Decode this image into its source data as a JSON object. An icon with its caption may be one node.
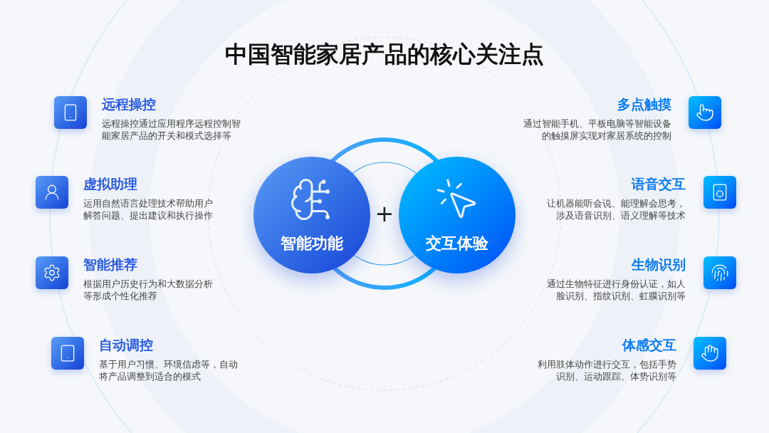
{
  "diagram": {
    "title": "中国智能家居产品的核心关注点",
    "nodes": [
      {
        "text": [
          "智能功能"
        ]
      },
      {
        "text": [
          "交互体验"
        ]
      }
    ],
    "labels": [
      "+",
      "远程操控",
      "远程操控通过应用程序远程控制智能家居产品的开关和模式选择等",
      "多点触摸",
      "通过智能手机、平板电脑等智能设备的触摸屏实现对家居系统的控制",
      "虚拟助理",
      "运用自然语言处理技术帮助用户解答问题、提出建议和执行操作",
      "语音交互",
      "让机器能听会说、能理解会思考，涉及语音识别、语义理解等技术",
      "智能推荐",
      "根据用户历史行为和大数据分析等形成个性化推荐",
      "生物识别",
      "通过生物特征进行身份认证，如人脸识别、指纹识别、虹膜识别等",
      "自动调控",
      "基于用户习惯、环境信虑等，自动将产品调整到适合的模式",
      "体感交互",
      "利用肢体动作进行交互，包括手势识别、运动跟踪、体势识别等"
    ]
  }
}
